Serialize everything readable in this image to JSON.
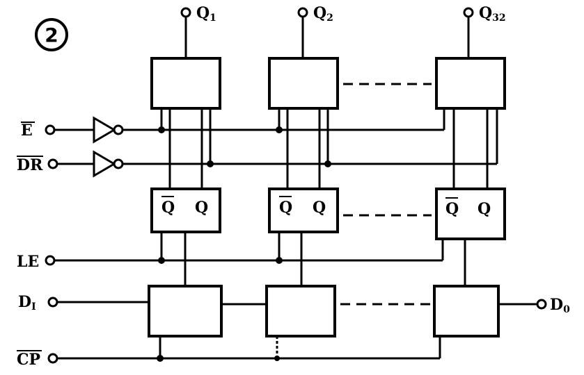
{
  "figure": {
    "number": "2"
  },
  "outputs": [
    {
      "main": "Q",
      "sub": "1"
    },
    {
      "main": "Q",
      "sub": "2"
    },
    {
      "main": "Q",
      "sub": "32"
    }
  ],
  "inputs": {
    "e": "E",
    "dr": "DR",
    "le": "LE",
    "di_main": "D",
    "di_sub": "I",
    "cp": "CP"
  },
  "output_d": {
    "main": "D",
    "sub": "0"
  },
  "latch": {
    "qbar": "Q",
    "q": "Q"
  }
}
